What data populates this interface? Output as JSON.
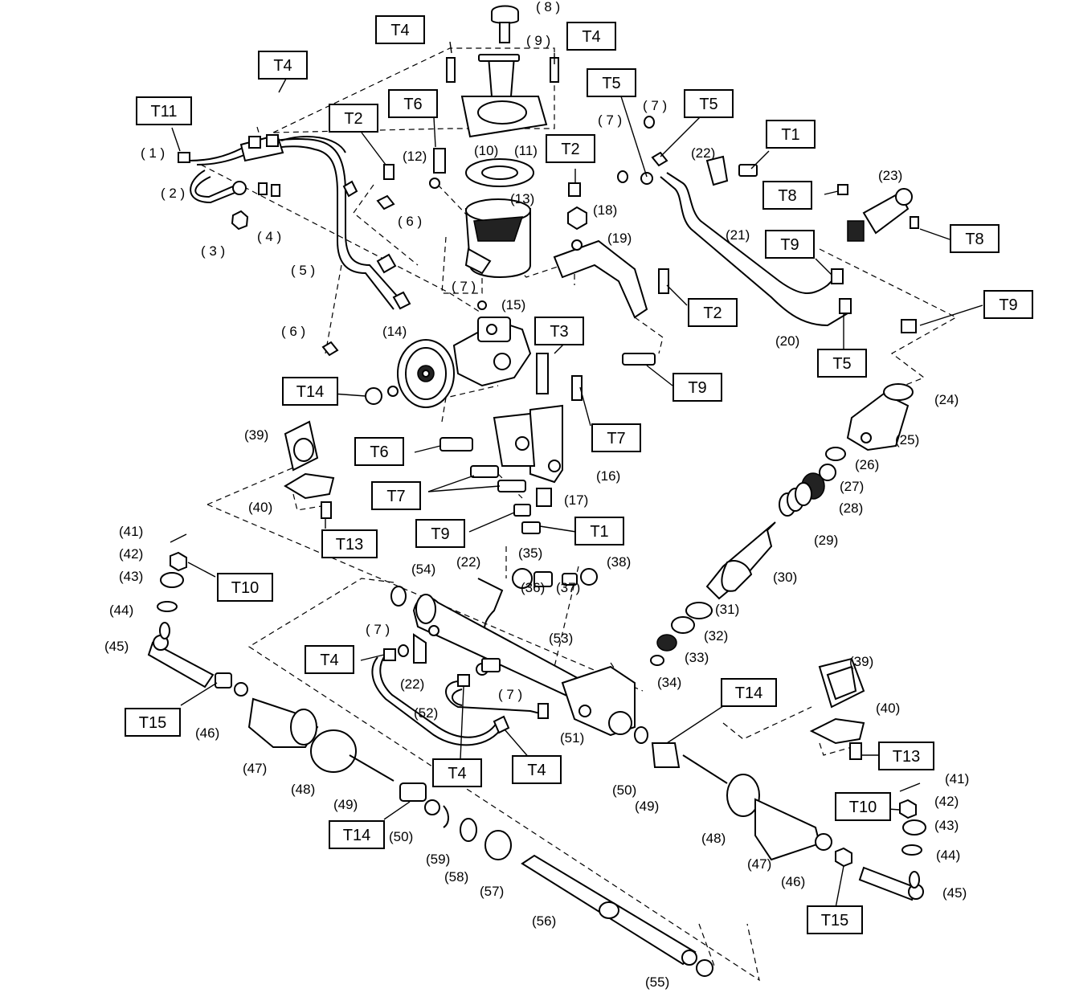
{
  "torque_labels": [
    {
      "id": "T4",
      "name": "t4-top-left"
    },
    {
      "id": "T11"
    },
    {
      "id": "T2",
      "name": "t2-upper"
    },
    {
      "id": "T6",
      "name": "t6-upper"
    },
    {
      "id": "T4",
      "name": "t4-top-center"
    },
    {
      "id": "T4",
      "name": "t4-top-right"
    },
    {
      "id": "T5",
      "name": "t5-a"
    },
    {
      "id": "T5",
      "name": "t5-b"
    },
    {
      "id": "T2",
      "name": "t2-center"
    },
    {
      "id": "T1",
      "name": "t1-right"
    },
    {
      "id": "T8",
      "name": "t8-a"
    },
    {
      "id": "T8",
      "name": "t8-b"
    },
    {
      "id": "T9",
      "name": "t9-right"
    },
    {
      "id": "T2",
      "name": "t2-bracket"
    },
    {
      "id": "T9",
      "name": "t9-far-right"
    },
    {
      "id": "T5",
      "name": "t5-c"
    },
    {
      "id": "T3"
    },
    {
      "id": "T9",
      "name": "t9-center"
    },
    {
      "id": "T14",
      "name": "t14-pulley"
    },
    {
      "id": "T7",
      "name": "t7-a"
    },
    {
      "id": "T6",
      "name": "t6-lower"
    },
    {
      "id": "T7",
      "name": "t7-b"
    },
    {
      "id": "T13",
      "name": "t13-left"
    },
    {
      "id": "T9",
      "name": "t9-lower"
    },
    {
      "id": "T1",
      "name": "t1-lower"
    },
    {
      "id": "T10",
      "name": "t10-left"
    },
    {
      "id": "T4",
      "name": "t4-mid"
    },
    {
      "id": "T14",
      "name": "t14-right"
    },
    {
      "id": "T15",
      "name": "t15-left"
    },
    {
      "id": "T13",
      "name": "t13-right"
    },
    {
      "id": "T4",
      "name": "t4-low-a"
    },
    {
      "id": "T4",
      "name": "t4-low-b"
    },
    {
      "id": "T10",
      "name": "t10-right"
    },
    {
      "id": "T14",
      "name": "t14-lower"
    },
    {
      "id": "T15",
      "name": "t15-right"
    }
  ],
  "part_numbers": [
    "( 1 )",
    "( 2 )",
    "( 3 )",
    "( 4 )",
    "( 5 )",
    "( 6 )",
    "( 6 )",
    "( 7 )",
    "( 7 )",
    "( 7 )",
    "( 7 )",
    "( 7 )",
    "( 8 )",
    "( 9 )",
    "(10)",
    "(11)",
    "(12)",
    "(13)",
    "(14)",
    "(15)",
    "(16)",
    "(17)",
    "(18)",
    "(19)",
    "(20)",
    "(21)",
    "(22)",
    "(22)",
    "(22)",
    "(23)",
    "(24)",
    "(25)",
    "(26)",
    "(27)",
    "(28)",
    "(29)",
    "(30)",
    "(31)",
    "(32)",
    "(33)",
    "(34)",
    "(35)",
    "(36)",
    "(37)",
    "(38)",
    "(39)",
    "(39)",
    "(40)",
    "(40)",
    "(41)",
    "(41)",
    "(42)",
    "(42)",
    "(43)",
    "(43)",
    "(44)",
    "(44)",
    "(45)",
    "(45)",
    "(46)",
    "(46)",
    "(47)",
    "(47)",
    "(48)",
    "(48)",
    "(49)",
    "(49)",
    "(50)",
    "(50)",
    "(51)",
    "(52)",
    "(53)",
    "(54)",
    "(55)",
    "(56)",
    "(57)",
    "(58)",
    "(59)"
  ]
}
